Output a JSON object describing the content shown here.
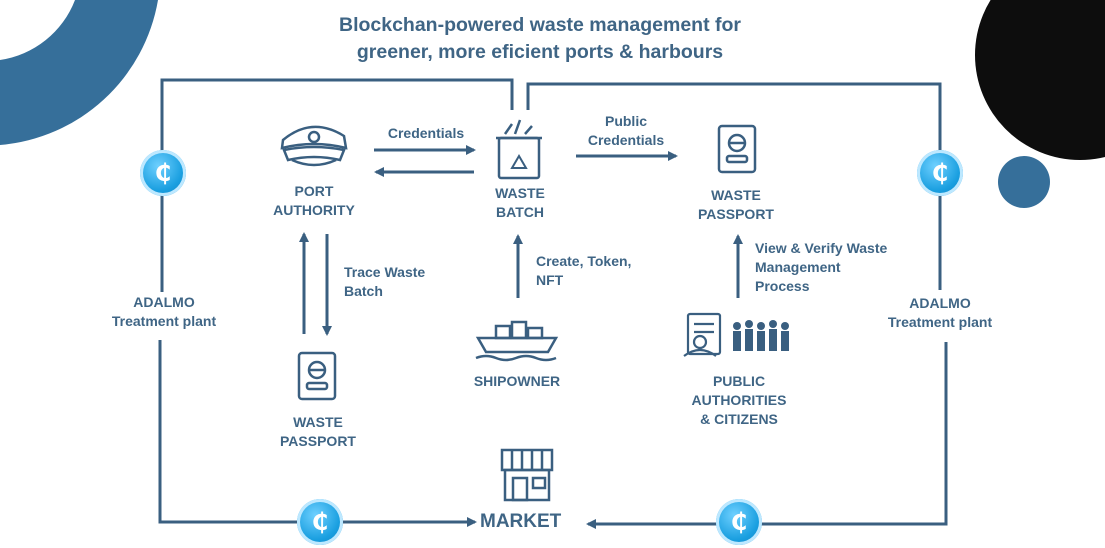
{
  "title_line1": "Blockchan-powered waste management for",
  "title_line2": "greener, more eficient ports & harbours",
  "nodes": {
    "port_authority": [
      "PORT",
      "AUTHORITY"
    ],
    "waste_batch": [
      "WASTE",
      "BATCH"
    ],
    "waste_passport_right": [
      "WASTE",
      "PASSPORT"
    ],
    "waste_passport_left": [
      "WASTE",
      "PASSPORT"
    ],
    "shipowner": [
      "SHIPOWNER"
    ],
    "public_authorities": [
      "PUBLIC",
      "AUTHORITIES",
      "& CITIZENS"
    ],
    "adalmo_left": [
      "ADALMO",
      "Treatment plant"
    ],
    "adalmo_right": [
      "ADALMO",
      "Treatment plant"
    ],
    "market": "MARKET"
  },
  "edges": {
    "credentials": "Credentials",
    "public_credentials": [
      "Public",
      "Credentials"
    ],
    "trace_waste_batch": [
      "Trace Waste",
      "Batch"
    ],
    "create_token_nft": [
      "Create, Token,",
      "NFT"
    ],
    "view_verify": [
      "View & Verify Waste",
      "Management",
      "Process"
    ]
  },
  "coin_symbol": "₵",
  "colors": {
    "primary": "#3f6585",
    "line": "#3a5f80",
    "decor_blue": "#366f9a",
    "decor_black": "#0d0d0d",
    "coin": "#1a9fe0"
  },
  "icons": [
    "police-cap-icon",
    "recycle-bin-icon",
    "passport-icon",
    "ship-icon",
    "crowd-icon",
    "store-icon",
    "coin-icon"
  ]
}
